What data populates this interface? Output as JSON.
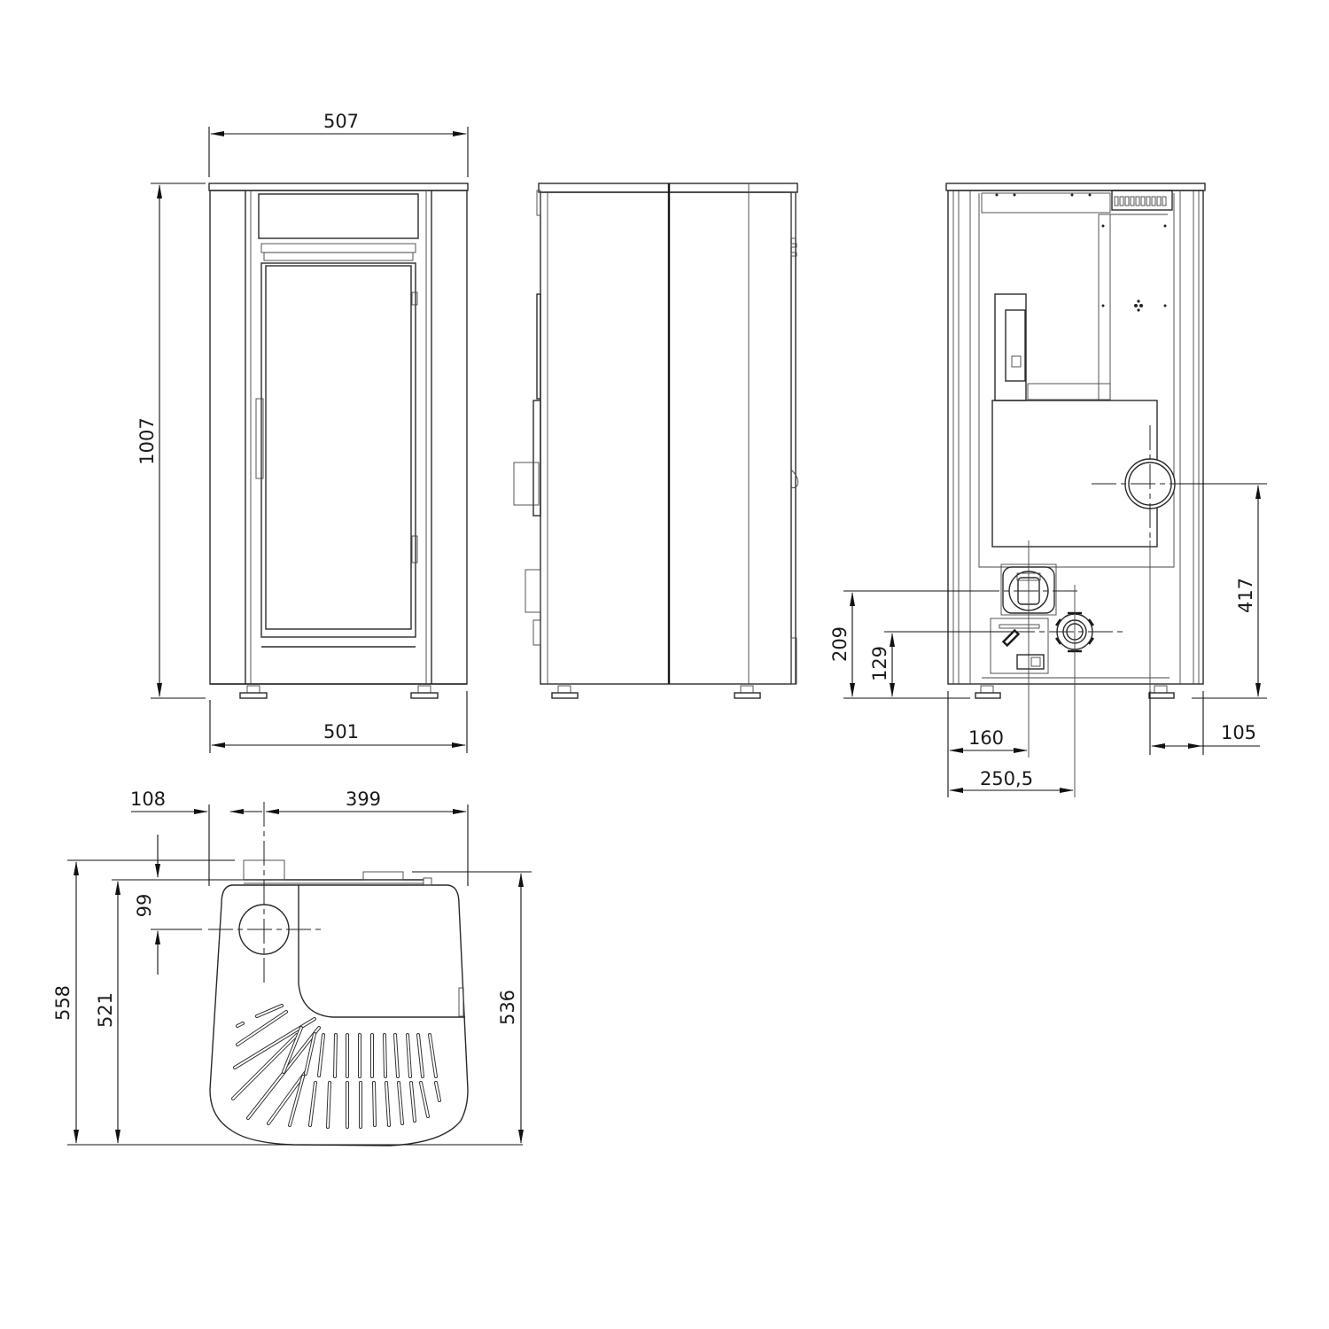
{
  "views": {
    "front": {
      "label": "front-view",
      "dimensions": {
        "width_top": "507",
        "height": "1007",
        "width_bottom": "501"
      }
    },
    "side": {
      "label": "side-view"
    },
    "rear": {
      "label": "rear-view",
      "dimensions": {
        "outlet_height": "417",
        "inlet_height": "209",
        "secondary_inlet_height": "129",
        "inlet_offset_left": "160",
        "secondary_offset_left": "250,5",
        "outlet_offset_right": "105"
      }
    },
    "top": {
      "label": "top-view",
      "dimensions": {
        "flue_offset_left": "108",
        "flue_offset_right": "399",
        "flue_offset_back": "99",
        "depth_total": "558",
        "depth_body": "521",
        "depth_right": "536"
      }
    }
  },
  "colors": {
    "line": "#2a2a2a",
    "background": "#ffffff"
  }
}
